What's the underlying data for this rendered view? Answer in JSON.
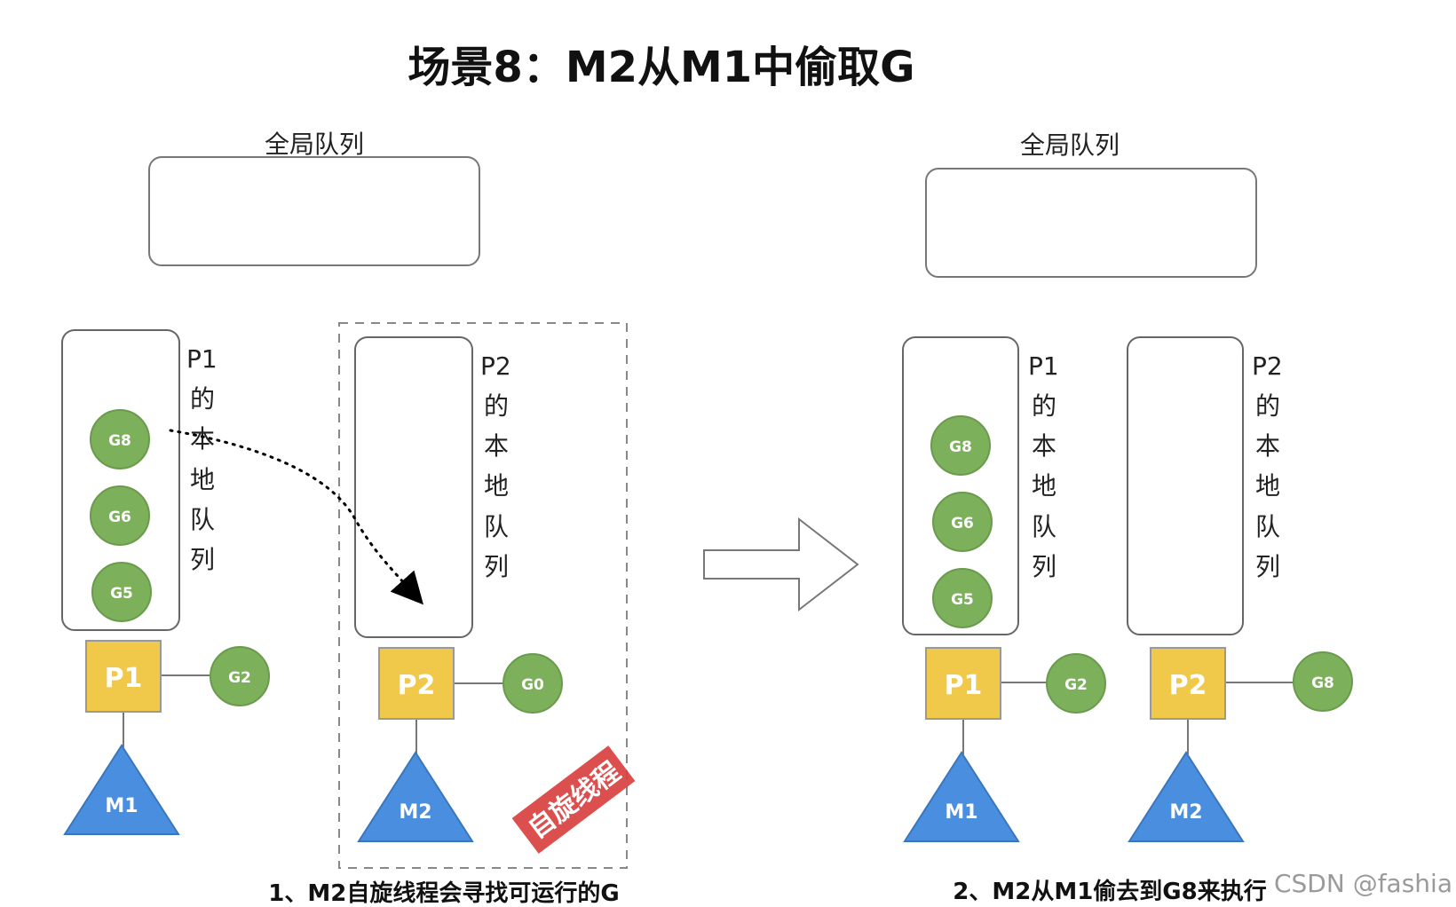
{
  "title": "场景8：M2从M1中偷取G",
  "left": {
    "global_queue_label": "全局队列",
    "p1_queue_label": [
      "P1",
      "的",
      "本",
      "地",
      "队",
      "列"
    ],
    "p1_queue_items": [
      "G8",
      "G6",
      "G5"
    ],
    "p1": "P1",
    "p1_running": "G2",
    "m1": "M1",
    "p2_queue_label": [
      "P2",
      "的",
      "本",
      "地",
      "队",
      "列"
    ],
    "p2": "P2",
    "p2_running": "G0",
    "m2": "M2",
    "stamp": "自旋线程",
    "caption": "1、M2自旋线程会寻找可运行的G"
  },
  "right": {
    "global_queue_label": "全局队列",
    "p1_queue_label": [
      "P1",
      "的",
      "本",
      "地",
      "队",
      "列"
    ],
    "p1_queue_items": [
      "G8",
      "G6",
      "G5"
    ],
    "p1": "P1",
    "p1_running": "G2",
    "m1": "M1",
    "p2_queue_label": [
      "P2",
      "的",
      "本",
      "地",
      "队",
      "列"
    ],
    "p2": "P2",
    "p2_running": "G8",
    "m2": "M2",
    "caption": "2、M2从M1偷去到G8来执行"
  },
  "watermark": "CSDN @fashia",
  "colors": {
    "goroutine": "#7cb05a",
    "goroutine_stroke": "#6a9a4c",
    "processor": "#f0c84a",
    "machine": "#4a8ee0",
    "stamp": "#d94040"
  }
}
